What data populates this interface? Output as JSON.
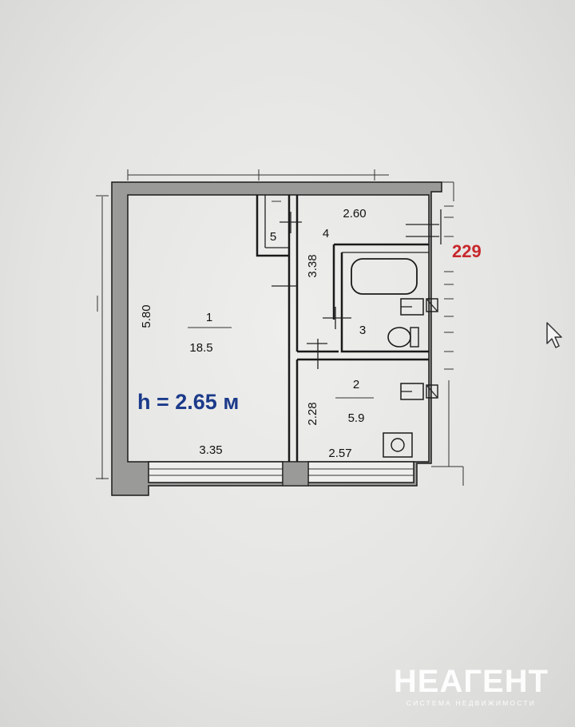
{
  "rooms": [
    {
      "number": "1",
      "area": "18.5"
    },
    {
      "number": "2",
      "area": "5.9"
    },
    {
      "number": "3",
      "area": ""
    },
    {
      "number": "4",
      "area": ""
    },
    {
      "number": "5",
      "area": ""
    }
  ],
  "dimensions": {
    "room1_height": "5.80",
    "room1_width": "3.35",
    "corridor_width": "2.60",
    "corridor_length": "3.38",
    "kitchen_length": "2.28",
    "kitchen_width": "2.57"
  },
  "ceiling_height": "h = 2.65 м",
  "plan_number": "229",
  "watermark": {
    "logo": "НЕАГЕНТ",
    "subtitle": "СИСТЕМА НЕДВИЖИМОСТИ"
  },
  "colors": {
    "ceiling_height_text": "#1b3a8a",
    "plan_number": "#c8282c",
    "watermark": "#ffffff"
  }
}
